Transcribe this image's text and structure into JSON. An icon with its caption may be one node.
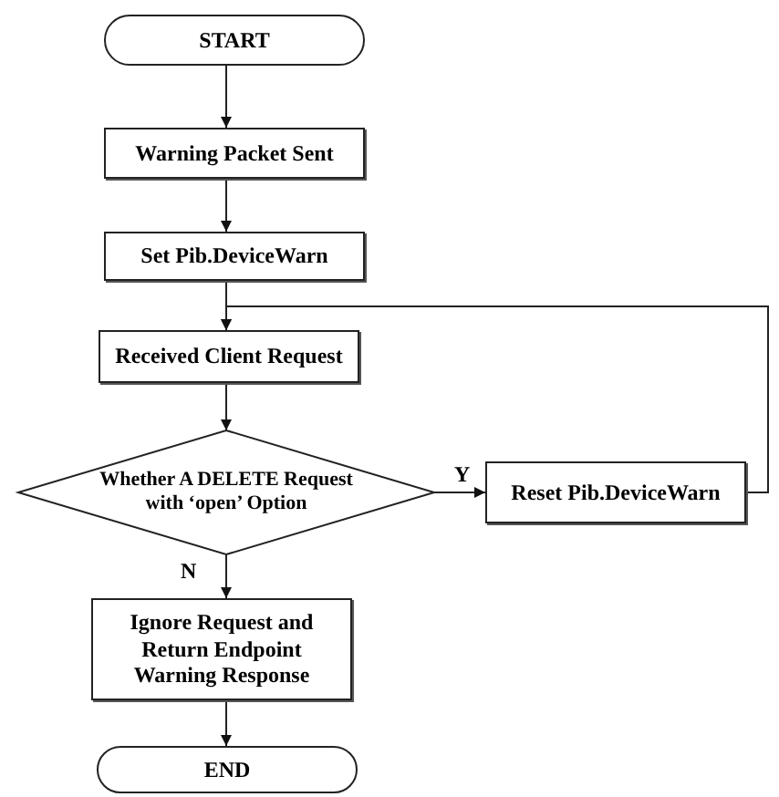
{
  "diagram": {
    "nodes": [
      {
        "text": [
          "START"
        ]
      },
      {
        "text": [
          "Warning Packet Sent"
        ]
      },
      {
        "text": [
          "Set Pib.DeviceWarn"
        ]
      },
      {
        "text": [
          "Received Client Request"
        ]
      },
      {
        "text": [
          "Whether A DELETE Request with ‘open’ Option"
        ]
      },
      {
        "text": [
          "Reset Pib.DeviceWarn"
        ]
      },
      {
        "text": [
          "Ignore Request and Return Endpoint Warning Response"
        ]
      },
      {
        "text": [
          "END"
        ]
      }
    ],
    "edges": [
      {
        "from": 0,
        "to": 1,
        "arrow": "to"
      },
      {
        "from": 1,
        "to": 2,
        "arrow": "to"
      },
      {
        "from": 2,
        "to": 3,
        "arrow": "to"
      },
      {
        "from": 3,
        "to": 4,
        "arrow": "to"
      },
      {
        "from": 4,
        "to": 5,
        "arrow": "to",
        "label": "Y"
      },
      {
        "from": 4,
        "to": 6,
        "arrow": "to",
        "label": "N"
      },
      {
        "from": 6,
        "to": 7,
        "arrow": "to"
      },
      {
        "from": 5,
        "to": 3,
        "arrow": "to"
      }
    ]
  }
}
